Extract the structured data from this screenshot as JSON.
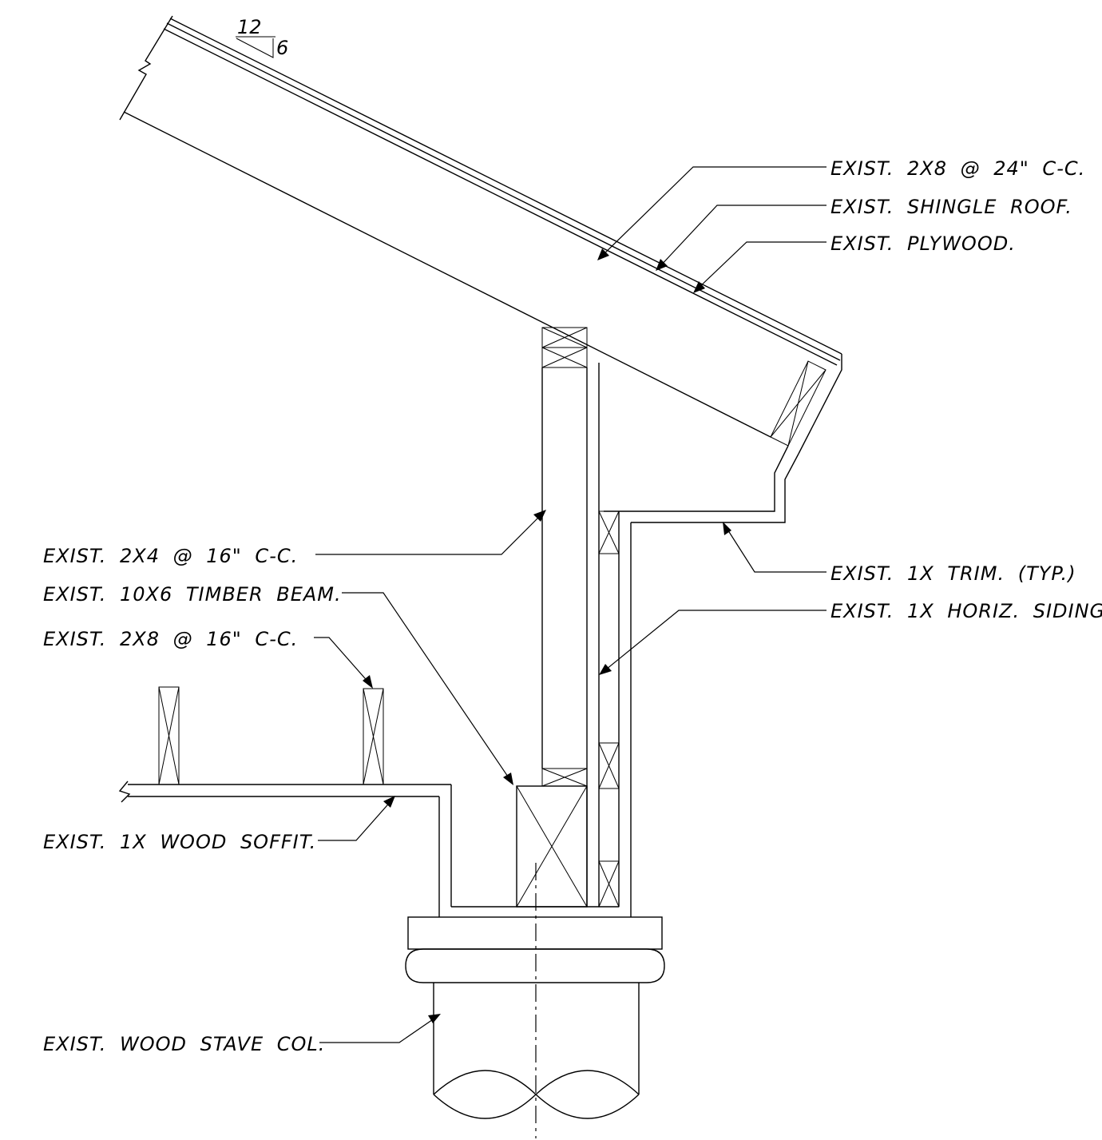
{
  "slope": {
    "run": "12",
    "rise": "6"
  },
  "labels": {
    "rafter": "EXIST. 2X8 @ 24\" C-C.",
    "shingle": "EXIST. SHINGLE ROOF.",
    "plywood": "EXIST. PLYWOOD.",
    "stud": "EXIST. 2X4 @ 16\" C-C.",
    "beam": "EXIST. 10X6 TIMBER BEAM.",
    "joist": "EXIST. 2X8 @ 16\" C-C.",
    "trim": "EXIST. 1X TRIM. (TYP.)",
    "siding": "EXIST. 1X HORIZ. SIDING",
    "soffit": "EXIST. 1X WOOD SOFFIT.",
    "column": "EXIST. WOOD STAVE COL."
  }
}
